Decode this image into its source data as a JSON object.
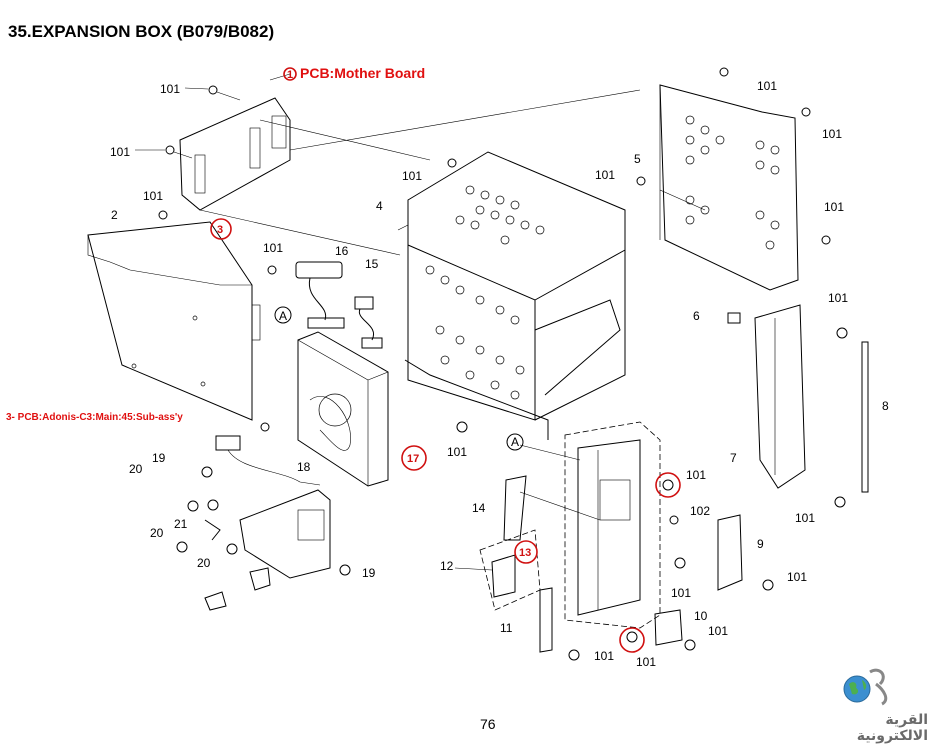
{
  "title": "35.EXPANSION BOX (B079/B082)",
  "page_number": "76",
  "logo_text": "القرية الالكترونية",
  "callouts": {
    "mother_board_index": "1",
    "mother_board_label": "PCB:Mother Board",
    "adonis_label": "3- PCB:Adonis-C3:Main:45:Sub-ass'y",
    "red_3": "3",
    "red_17": "17",
    "red_13": "13"
  },
  "labels": {
    "l101a": "101",
    "l101b": "101",
    "l101c": "101",
    "l101d": "101",
    "l101e": "101",
    "l101f": "101",
    "l101g": "101",
    "l101h": "101",
    "l101i": "101",
    "l101j": "101",
    "l101k": "101",
    "l101l": "101",
    "l101m": "101",
    "l101n": "101",
    "l101o": "101",
    "l101p": "101",
    "l102": "102",
    "l2": "2",
    "l4": "4",
    "l5": "5",
    "l6": "6",
    "l7": "7",
    "l8": "8",
    "l9": "9",
    "l10": "10",
    "l11": "11",
    "l12": "12",
    "l14": "14",
    "l15": "15",
    "l16": "16",
    "l18": "18",
    "l19a": "19",
    "l19b": "19",
    "l20a": "20",
    "l20b": "20",
    "l20c": "20",
    "l21": "21",
    "lAa": "A",
    "lAb": "A"
  }
}
